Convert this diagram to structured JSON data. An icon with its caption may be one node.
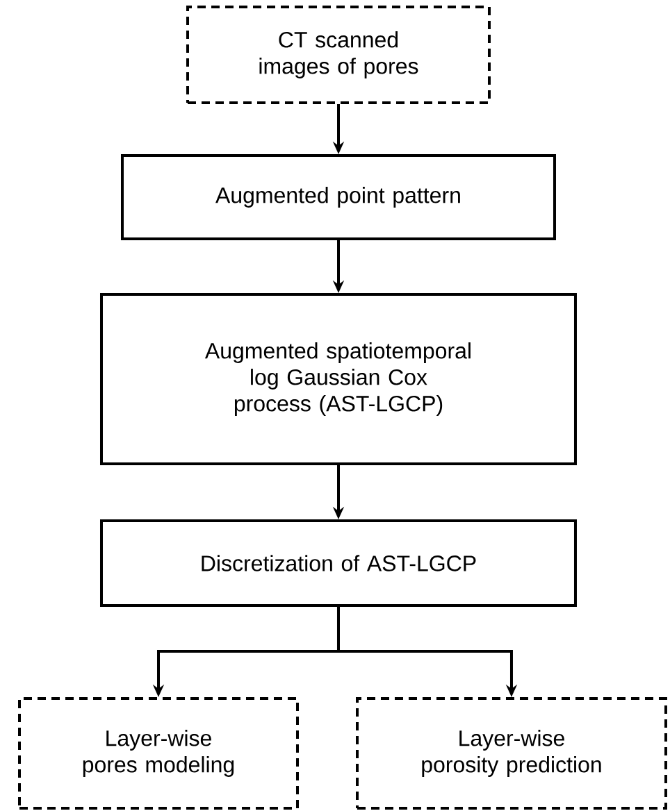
{
  "diagram": {
    "nodes": [
      {
        "text": [
          "CT scanned images of pores"
        ]
      },
      {
        "text": [
          "Augmented point pattern"
        ]
      },
      {
        "text": [
          "Augmented spatiotemporal log Gaussian Cox process (AST-LGCP)"
        ]
      },
      {
        "text": [
          "Discretization of AST-LGCP"
        ]
      },
      {
        "text": [
          "Layer-wise pores modeling"
        ]
      },
      {
        "text": [
          "Layer-wise porosity prediction"
        ]
      }
    ],
    "edges": [
      {
        "from": 0,
        "to": 1,
        "arrow": "to"
      },
      {
        "from": 1,
        "to": 2,
        "arrow": "to"
      },
      {
        "from": 2,
        "to": 3,
        "arrow": "to"
      },
      {
        "from": 3,
        "to": 4,
        "arrow": "to"
      },
      {
        "from": 3,
        "to": 5,
        "arrow": "to"
      }
    ]
  }
}
